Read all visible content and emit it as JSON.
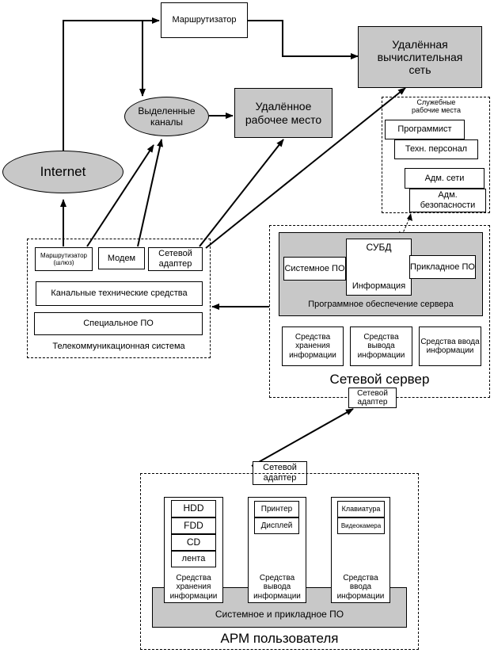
{
  "top": {
    "router": "Маршрутизатор",
    "remote_network": "Удалённая вычислительная сеть",
    "leased_lines": "Выделенные каналы",
    "remote_workplace": "Удалённое рабочее место",
    "internet": "Internet"
  },
  "service_workplaces": {
    "title": "Служебные рабочие места",
    "programmer": "Программист",
    "tech_staff": "Техн. персонал",
    "net_admin": "Адм. сети",
    "security_admin": "Адм. безопасности"
  },
  "telecom": {
    "title": "Телекоммуникационная система",
    "gateway_router": "Маршрутизатор (шлюз)",
    "modem": "Модем",
    "network_adapter": "Сетевой адаптер",
    "channel_hardware": "Канальные технические средства",
    "special_software": "Специальное ПО"
  },
  "server": {
    "title": "Сетевой сервер",
    "dbms": "СУБД",
    "system_software": "Системное ПО",
    "application_software": "Прикладное ПО",
    "information": "Информация",
    "server_software": "Программное обеспечение сервера",
    "storage": "Средства хранения информации",
    "output": "Средства вывода информации",
    "input": "Средства ввода информации",
    "network_adapter": "Сетевой адаптер"
  },
  "arm": {
    "title": "АРМ пользователя",
    "network_adapter": "Сетевой адаптер",
    "hdd": "HDD",
    "fdd": "FDD",
    "cd": "CD",
    "tape": "лента",
    "storage": "Средства хранения информации",
    "printer": "Принтер",
    "display": "Дисплей",
    "output": "Средства вывода информации",
    "keyboard": "Клавиатура",
    "webcam": "Видеокамера",
    "input": "Средства ввода информации",
    "system_app_software": "Системное и прикладное ПО"
  }
}
